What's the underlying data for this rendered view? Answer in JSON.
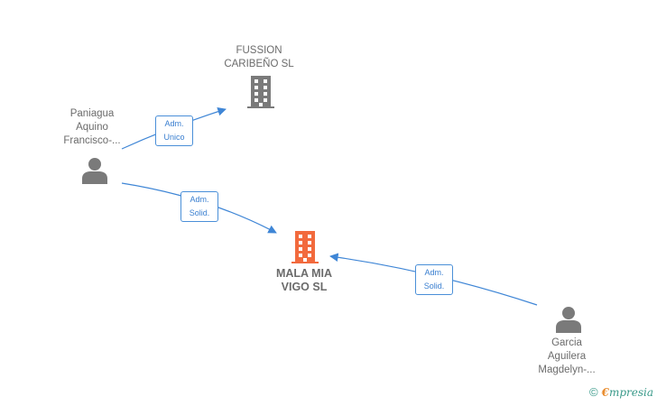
{
  "nodes": {
    "fussion": {
      "label": "FUSSION\nCARIBEÑO  SL",
      "type": "company"
    },
    "mala_mia": {
      "label": "MALA MIA\nVIGO  SL",
      "type": "company-main"
    },
    "paniagua": {
      "label": "Paniagua\nAquino\nFrancisco-...",
      "type": "person"
    },
    "garcia": {
      "label": "Garcia\nAguilera\nMagdelyn-...",
      "type": "person"
    }
  },
  "edges": [
    {
      "from": "paniagua",
      "to": "fussion",
      "label": "Adm.\nUnico"
    },
    {
      "from": "paniagua",
      "to": "mala_mia",
      "label": "Adm.\nSolid."
    },
    {
      "from": "garcia",
      "to": "mala_mia",
      "label": "Adm.\nSolid."
    }
  ],
  "colors": {
    "company_icon": "#7a7a7a",
    "main_company_icon": "#f26a3d",
    "person_icon": "#7a7a7a",
    "edge": "#3f86d6"
  },
  "brand": {
    "copyright": "©",
    "initial": "€",
    "name": "mpresia"
  }
}
